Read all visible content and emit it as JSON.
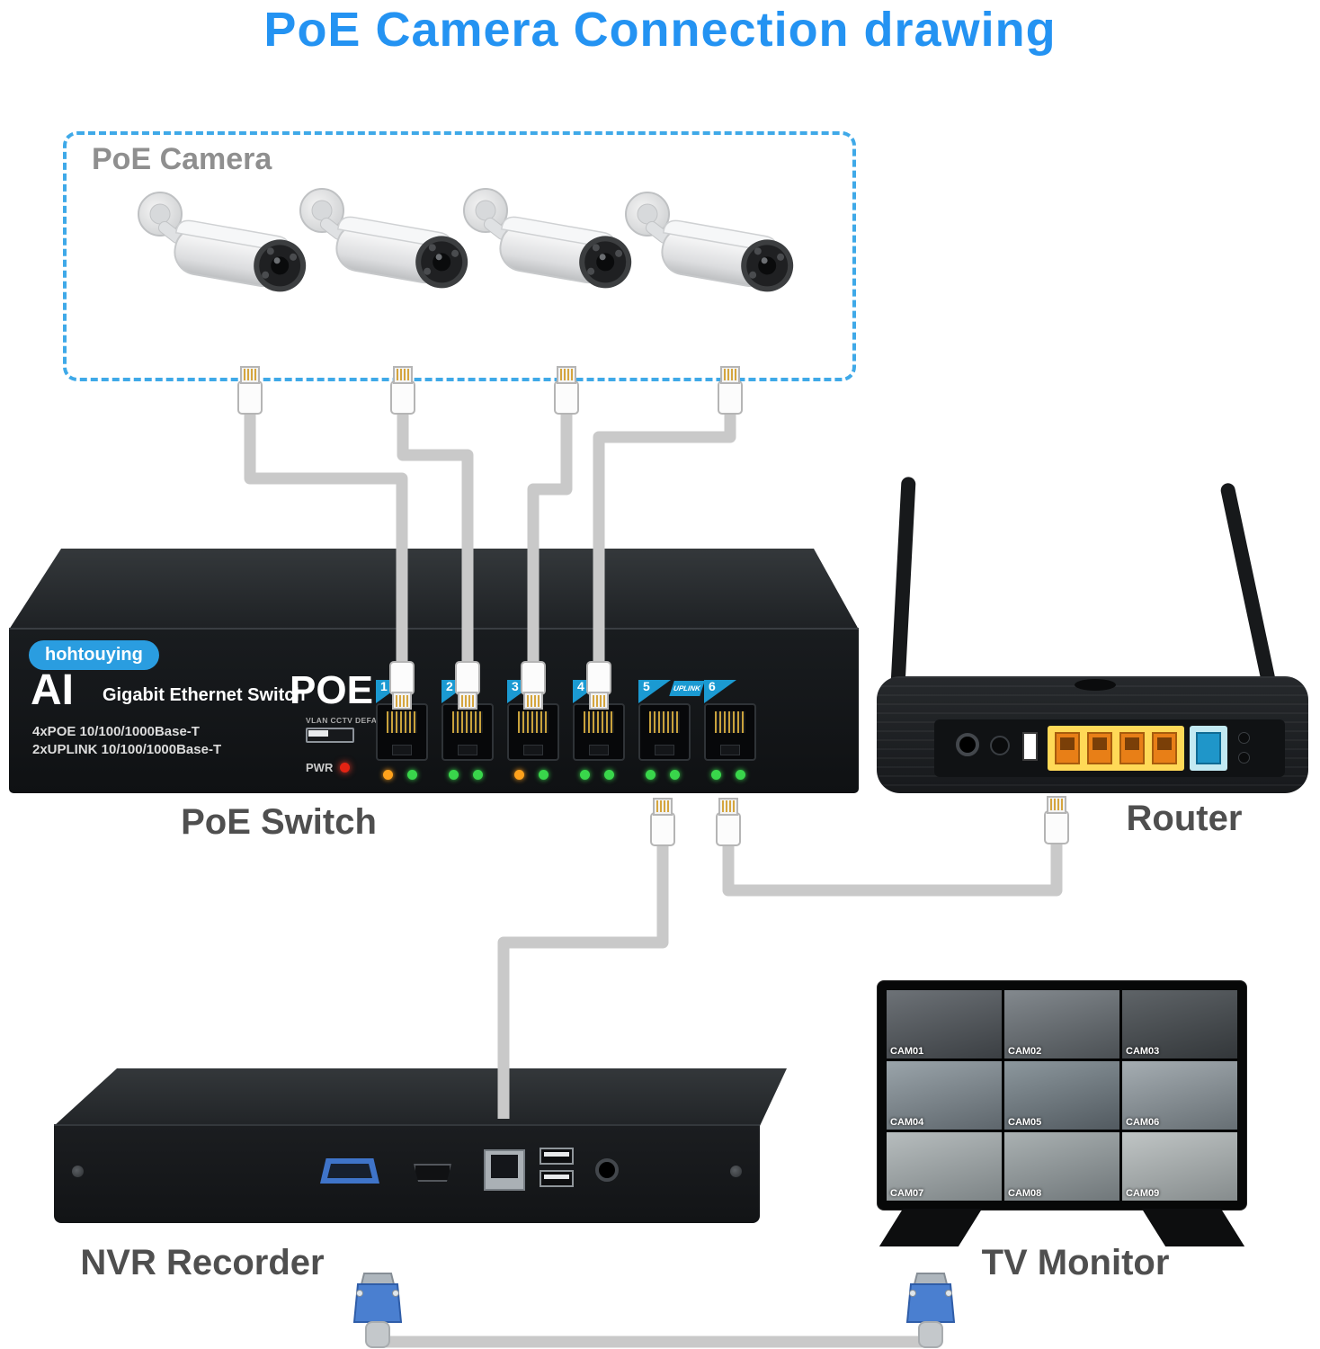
{
  "title": "PoE Camera Connection drawing",
  "camera_group": {
    "label": "PoE Camera",
    "camera_count": 4
  },
  "poe_switch": {
    "brand": "hohtouying",
    "name_ai": "AI",
    "name_type": "Gigabit Ethernet Switch",
    "name_poe": "POE",
    "spec_line1": "4xPOE 10/100/1000Base-T",
    "spec_line2": "2xUPLINK 10/100/1000Base-T",
    "dip_label": "VLAN CCTV DEFAULT",
    "pwr_label": "PWR",
    "uplink_label": "UPLINK",
    "ports": [
      "1",
      "2",
      "3",
      "4",
      "5",
      "6"
    ],
    "caption": "PoE Switch"
  },
  "router": {
    "caption": "Router"
  },
  "nvr": {
    "caption": "NVR Recorder"
  },
  "tv_monitor": {
    "caption": "TV Monitor",
    "tiles": [
      "CAM01",
      "CAM02",
      "CAM03",
      "CAM04",
      "CAM05",
      "CAM06",
      "CAM07",
      "CAM08",
      "CAM09"
    ]
  },
  "colors": {
    "title_blue": "#2493F2",
    "dashed_border_blue": "#3FA9E8",
    "caption_gray": "#4F4F4F",
    "cable_gray": "#C9C9C9",
    "port_flag_blue": "#1B9AD2",
    "brand_pill_blue": "#2A9DE0",
    "led_green": "#39D64B",
    "led_orange": "#FFA21C",
    "pwr_red": "#E42313",
    "router_lan_orange": "#E87F17",
    "router_lan_bg_yellow": "#FFD957",
    "router_wan_blue": "#1F96C9",
    "vga_plug_blue": "#4A7FD0"
  }
}
